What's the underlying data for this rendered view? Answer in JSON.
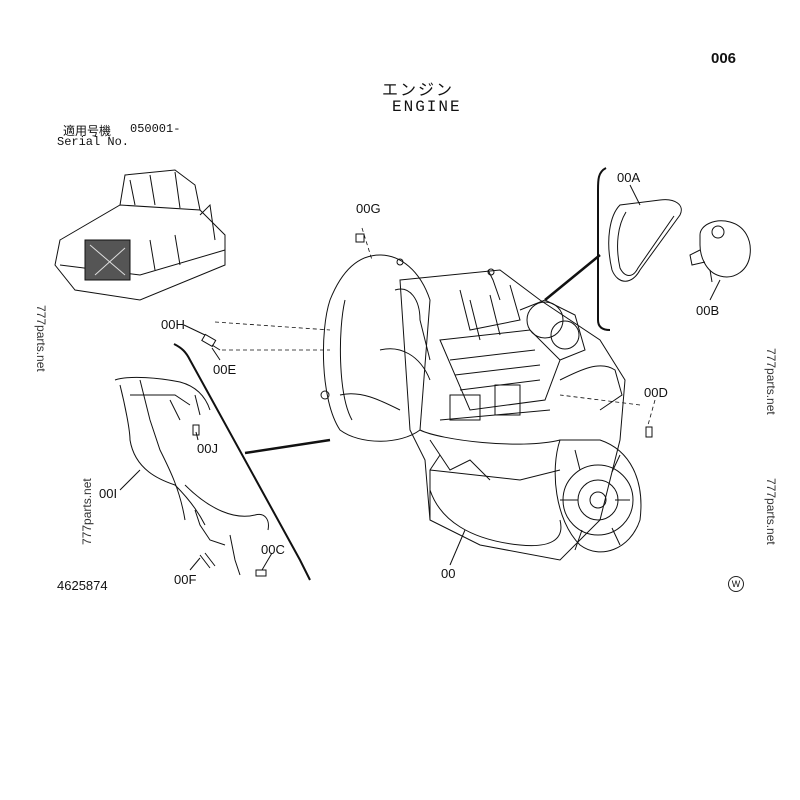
{
  "header": {
    "page_number": "006",
    "title_jp": "エンジン",
    "title_en": "ENGINE"
  },
  "serial": {
    "label_jp": "適用号機",
    "value": "050001-",
    "label_en": "Serial No."
  },
  "callouts": {
    "c00A": "00A",
    "c00B": "00B",
    "c00G": "00G",
    "c00H": "00H",
    "c00E": "00E",
    "c00J": "00J",
    "c00I": "00I",
    "c00C": "00C",
    "c00F": "00F",
    "c00D": "00D",
    "c00": "00"
  },
  "drawing_number": "4625874",
  "watermarks": {
    "w1": "777parts.net",
    "w2": "777parts.net",
    "w3": "777parts.net",
    "w4": "777parts.net"
  },
  "w_mark": "W"
}
